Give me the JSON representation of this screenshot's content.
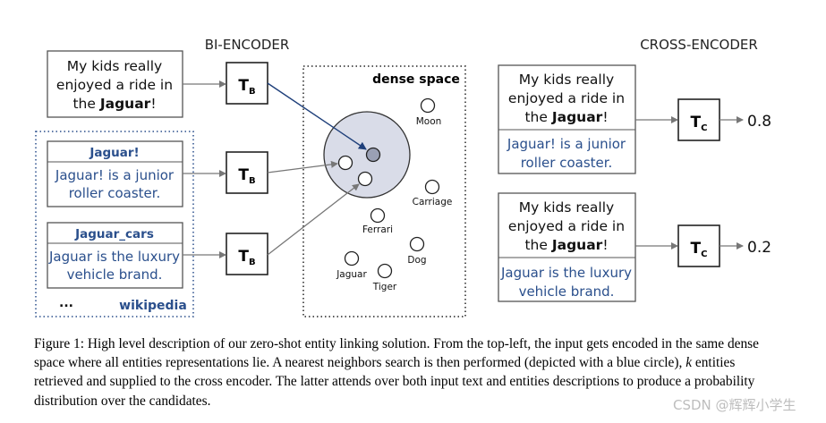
{
  "figure": {
    "bi_title": "BI-ENCODER",
    "cross_title": "CROSS-ENCODER",
    "bi_input_lines": [
      "My kids really",
      "enjoyed a ride in"
    ],
    "bi_input_last_pre": "the ",
    "bi_input_last_bold": "Jaguar",
    "bi_input_last_post": "!",
    "encoder_label": "T",
    "bi_encoder_sub": "B",
    "cross_encoder_sub": "C",
    "entity1": {
      "title": "Jaguar!",
      "desc_lines": [
        "Jaguar! is a junior",
        "roller coaster."
      ]
    },
    "entity2": {
      "title": "Jaguar_cars",
      "desc_lines": [
        "Jaguar is the luxury",
        "vehicle brand."
      ]
    },
    "ellipsis": "...",
    "wiki_label": "wikipedia",
    "dense_label": "dense space",
    "points": [
      {
        "label": "Moon"
      },
      {
        "label": "Carriage"
      },
      {
        "label": "Ferrari"
      },
      {
        "label": "Dog"
      },
      {
        "label": "Jaguar"
      },
      {
        "label": "Tiger"
      }
    ],
    "score1": "0.8",
    "score2": "0.2",
    "colors": {
      "blue_text": "#2a4f8c",
      "arrow_blue": "#1e3f7a",
      "circle_fill": "#d9dce8",
      "gray": "#777777"
    }
  },
  "caption": {
    "part1": "Figure 1: High level description of our zero-shot entity linking solution. From the top-left, the input gets encoded in the same dense space where all entities representations lie. A nearest neighbors search is then performed (depicted with a blue circle), ",
    "k": "k",
    "part2": " entities retrieved and supplied to the cross encoder. The latter attends over both input text and entities descriptions to produce a probability distribution over the candidates."
  },
  "watermark": "CSDN @辉辉小学生"
}
